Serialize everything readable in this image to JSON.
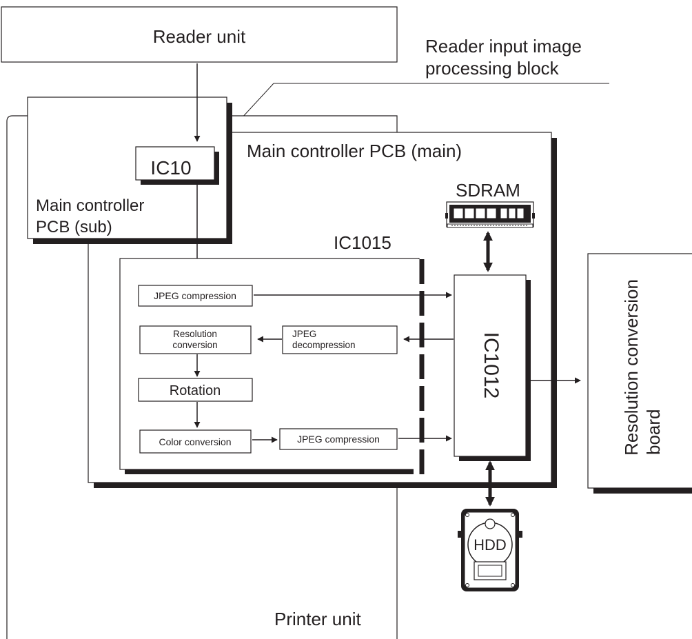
{
  "labels": {
    "reader_unit": "Reader unit",
    "reader_block_line1": "Reader input image",
    "reader_block_line2": "processing block",
    "main_pcb": "Main controller PCB (main)",
    "sub_pcb_line1": "Main controller",
    "sub_pcb_line2": "PCB (sub)",
    "ic10": "IC10",
    "sdram": "SDRAM",
    "ic1015": "IC1015",
    "ic1012": "IC1012",
    "jpeg_compression_top": "JPEG compression",
    "resolution_conv_line1": "Resolution",
    "resolution_conv_line2": "conversion",
    "jpeg_decompression_line1": "JPEG",
    "jpeg_decompression_line2": "decompression",
    "rotation": "Rotation",
    "color_conversion": "Color conversion",
    "jpeg_compression_bottom": "JPEG compression",
    "resolution_board_line1": "Resolution conversion",
    "resolution_board_line2": "board",
    "hdd": "HDD",
    "printer_unit": "Printer unit"
  },
  "colors": {
    "ink": "#231f20",
    "background": "#ffffff"
  }
}
